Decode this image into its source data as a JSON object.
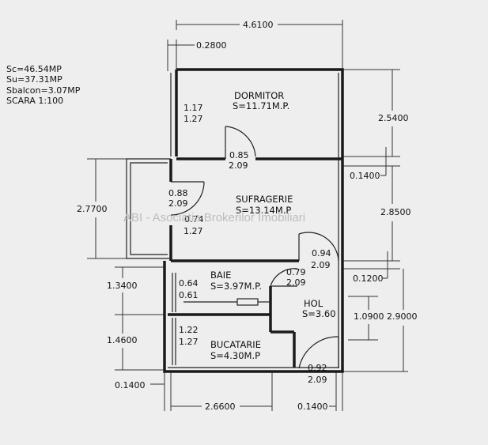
{
  "summary": {
    "sc": "Sc=46.54MP",
    "su": "Su=37.31MP",
    "sbalcon": "Sbalcon=3.07MP",
    "scara": "SCARA   1:100"
  },
  "rooms": {
    "dormitor": {
      "name": "DORMITOR",
      "area": "S=11.71M.P."
    },
    "sufragerie": {
      "name": "SUFRAGERIE",
      "area": "S=13.14M.P"
    },
    "baie": {
      "name": "BAIE",
      "area": "S=3.97M.P."
    },
    "hol": {
      "name": "HOL",
      "area": "S=3.60"
    },
    "bucatarie": {
      "name": "BUCATARIE",
      "area": "S=4.30M.P"
    }
  },
  "openings": {
    "dormitor_window": [
      "1.17",
      "1.27"
    ],
    "dormitor_door": [
      "0.85",
      "2.09"
    ],
    "sufragerie_door": [
      "0.88",
      "2.09"
    ],
    "sufragerie_window": [
      "0.74",
      "1.27"
    ],
    "entrance_door": [
      "0.94",
      "2.09"
    ],
    "baie_door": [
      "0.79",
      "2.09"
    ],
    "baie_window": [
      "0.64",
      "0.61"
    ],
    "bucatarie_window": [
      "1.22",
      "1.27"
    ],
    "bucatarie_door": [
      "0.92",
      "2.09"
    ]
  },
  "dimensions": {
    "top_total": "4.6100",
    "top_offset": "0.2800",
    "right_dormitor": "2.5400",
    "right_gap_1": "0.1400",
    "right_sufragerie": "2.8500",
    "right_gap_2": "0.1200",
    "right_hol": "1.0900",
    "right_lower": "2.9000",
    "left_balcony": "2.7700",
    "left_baie": "1.3400",
    "left_bucatarie": "1.4600",
    "bottom_left_gap": "0.1400",
    "bottom_width": "2.6600",
    "bottom_right_gap": "0.1400"
  },
  "watermark": "ABI - Asociatia Brokerilor Imobiliari"
}
